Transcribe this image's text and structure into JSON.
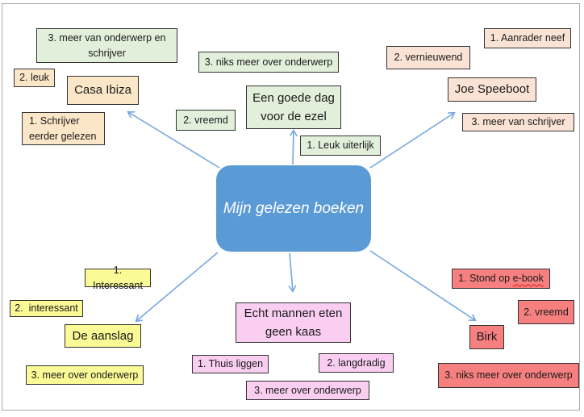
{
  "colors": {
    "center_fill": "#5b9bd5",
    "center_text": "#ffffff",
    "arrow": "#74a7de",
    "box_border": "#333333",
    "page_border": "#ababab",
    "tan": "#fbe6c7",
    "green": "#e2efda",
    "peach": "#fae3d4",
    "yellow": "#fafa96",
    "pink": "#f9cef0",
    "red": "#f5807f"
  },
  "center": {
    "label": "Mijn gelezen boeken"
  },
  "clusters": {
    "casa_ibiza": {
      "title": "Casa Ibiza",
      "note1": "1. Schrijver eerder gelezen",
      "note2": "2. leuk",
      "note3": "3. meer van onderwerp en schrijver"
    },
    "goede_dag": {
      "title": "Een goede dag voor de ezel",
      "note1": "1. Leuk uiterlijk",
      "note2": "2. vreemd",
      "note3": "3. niks meer over onderwerp"
    },
    "joe_speeboot": {
      "title": "Joe Speeboot",
      "note1": "1. Aanrader neef",
      "note2": "2. vernieuwend",
      "note3": "3. meer van schrijver"
    },
    "de_aanslag": {
      "title": "De aanslag",
      "note1": "1. Interessant",
      "note2": "2.  interessant",
      "note3": "3. meer over onderwerp"
    },
    "echt_mannen": {
      "title": "Echt mannen eten geen kaas",
      "note1": "1. Thuis liggen",
      "note2": "2. langdradig",
      "note3": "3. meer over onderwerp"
    },
    "birk": {
      "title": "Birk",
      "note1_prefix": "1. Stond op ",
      "note1_misspelled": "e-book",
      "note2": "2. vreemd",
      "note3": "3. niks meer over onderwerp"
    }
  }
}
